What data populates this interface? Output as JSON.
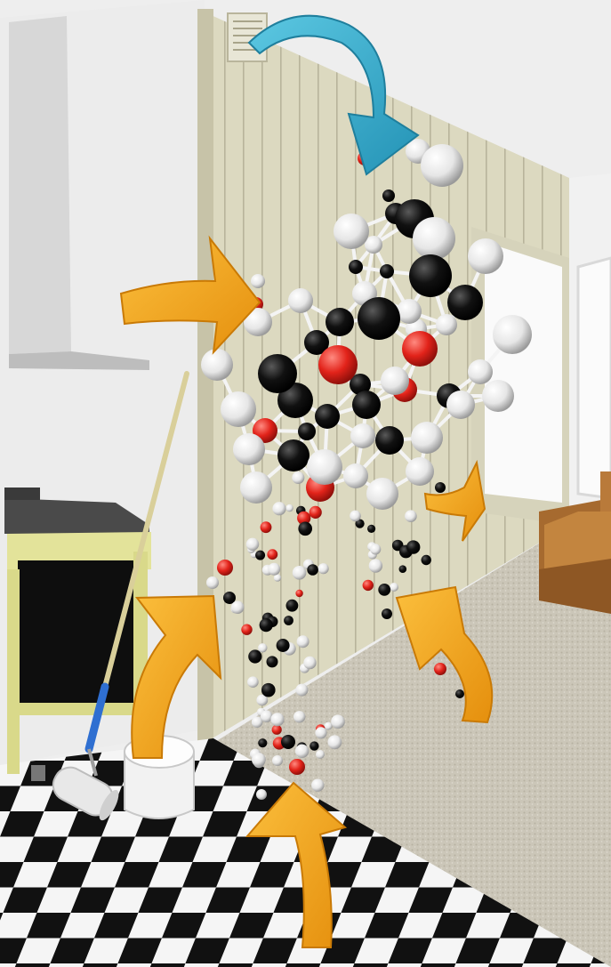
{
  "scene": {
    "subject": "molecular-model",
    "setting": "room-interior",
    "floor_pattern": "black-white-checkerboard",
    "colors": {
      "wall_panels": "#dcd9c0",
      "wall_plain": "#ededed",
      "carpet": "#c9c4b6",
      "orange_arrow": "#f2a519",
      "teal_arrow": "#3bb0cf",
      "atom_hydrogen": "#f4f4f4",
      "atom_carbon": "#111111",
      "atom_oxygen": "#e2231a",
      "armchair": "#b97a3a",
      "stove_frame": "#e3e39a"
    },
    "icons": [
      "teal-arrow-icon",
      "orange-arrow-icon",
      "paint-roller-icon",
      "paint-bucket-icon",
      "armchair-icon"
    ]
  }
}
